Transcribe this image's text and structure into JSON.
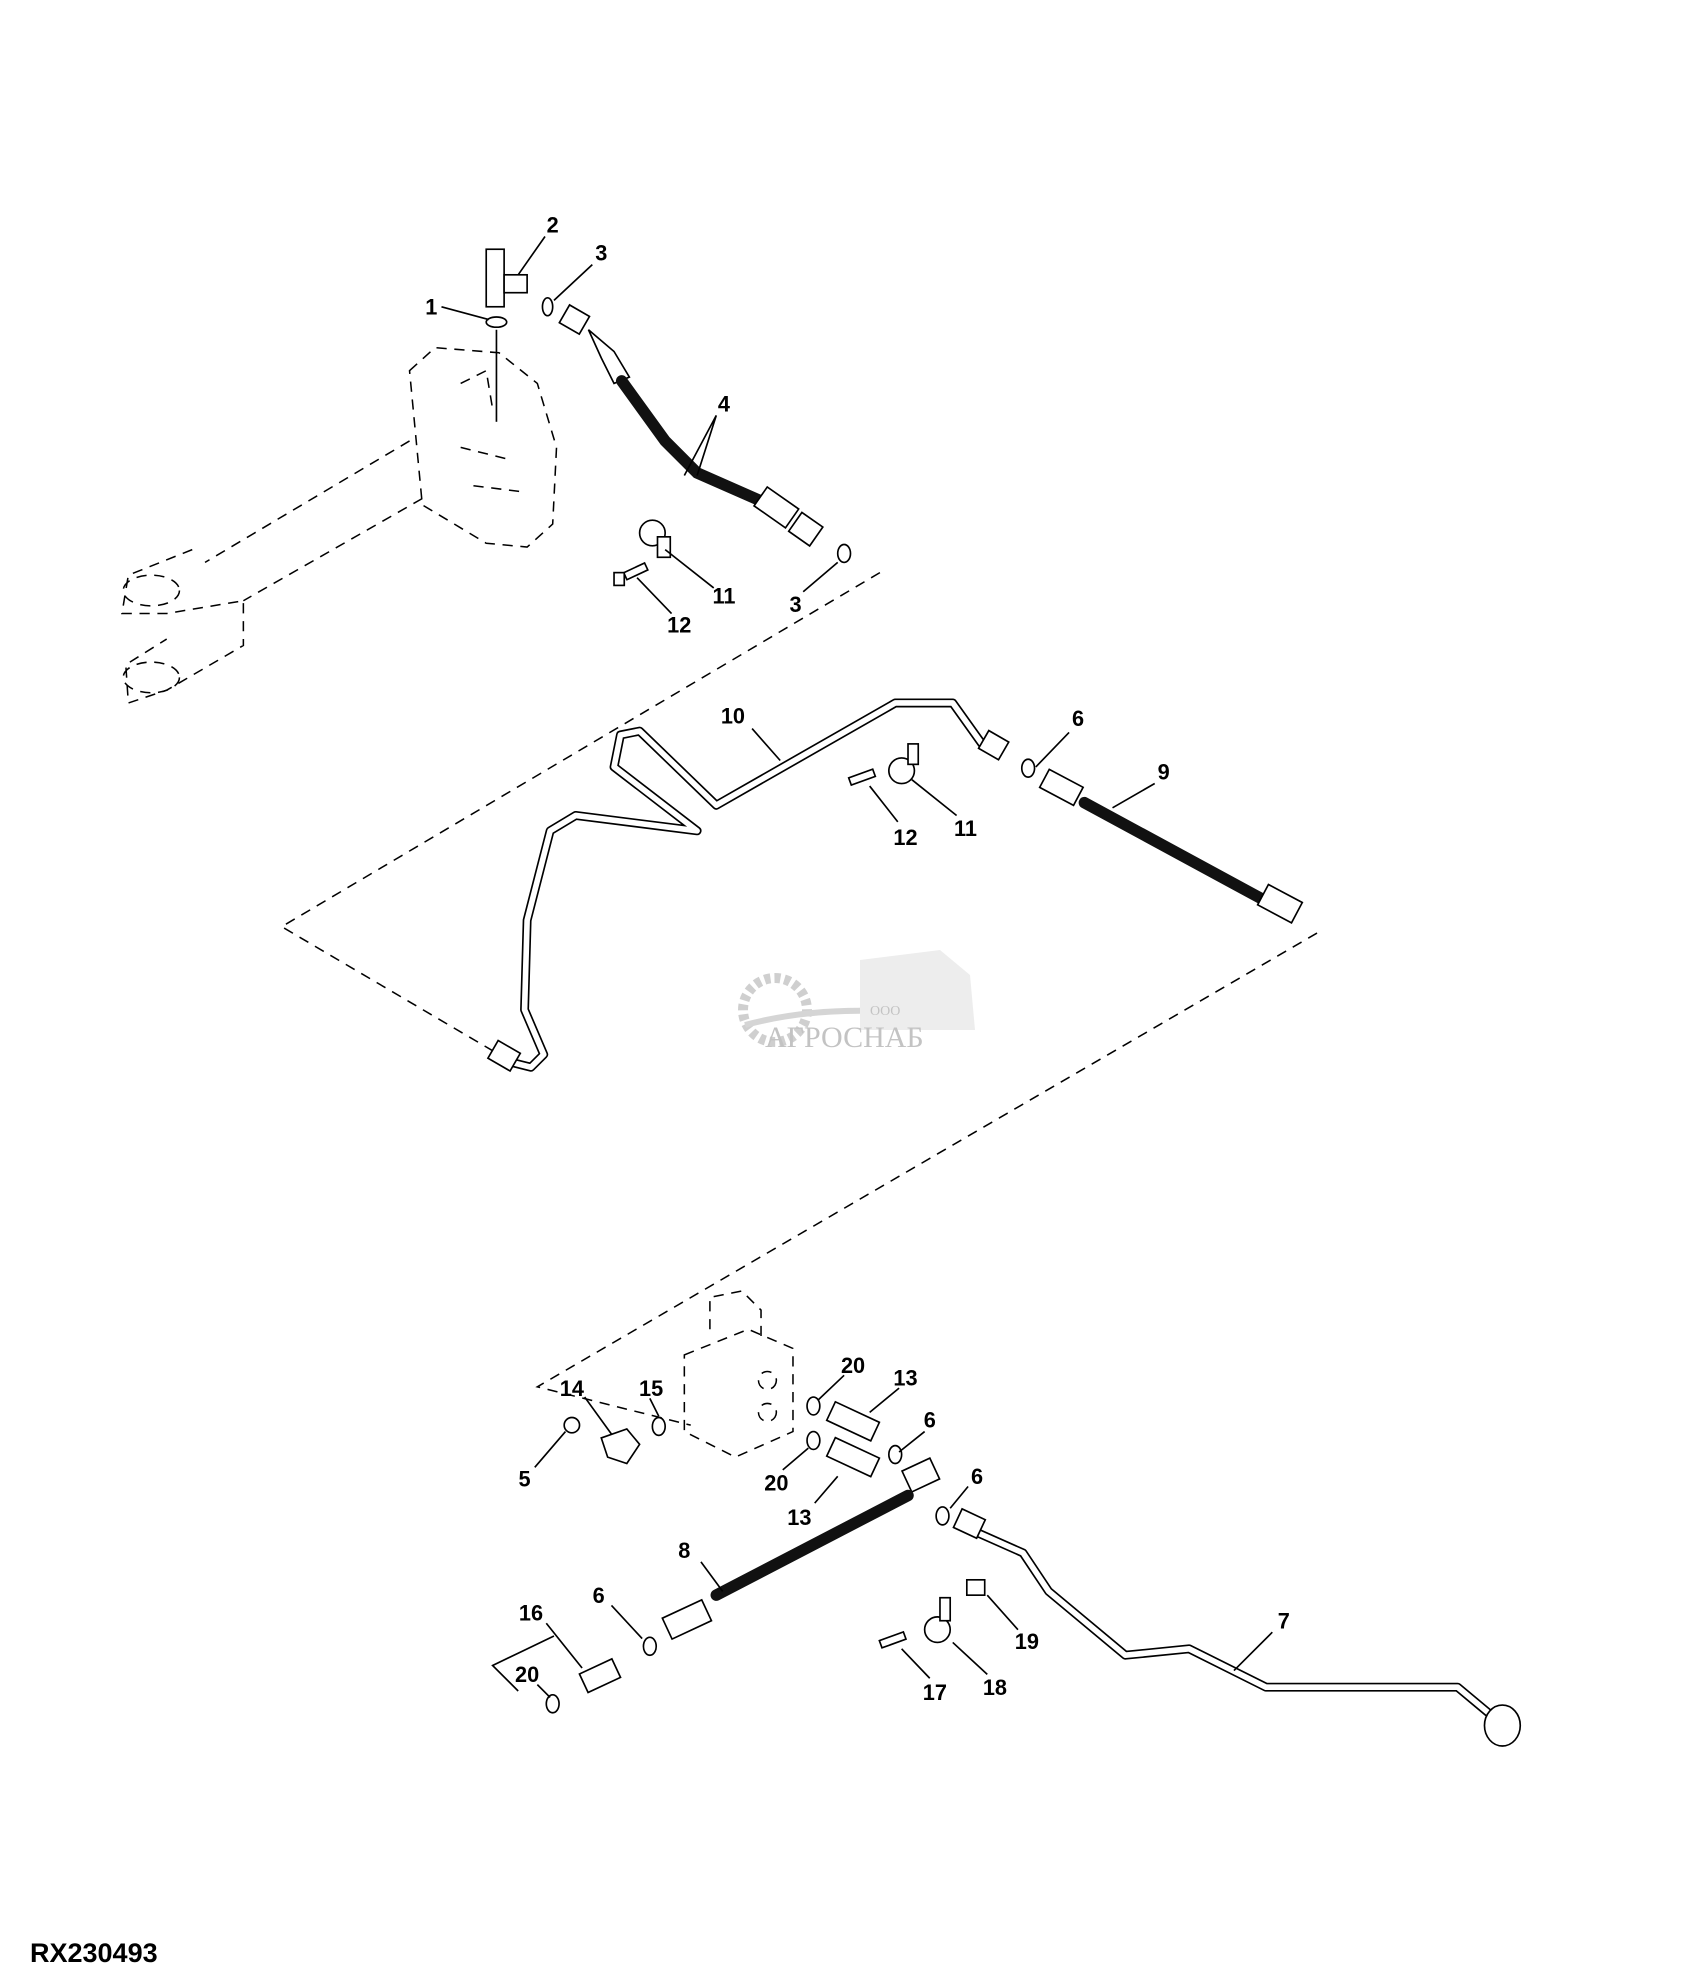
{
  "figure_id": "RX230493",
  "watermark": {
    "small": "ООО",
    "brand": "АГРОСНАБ"
  },
  "callouts": [
    "1",
    "2",
    "3",
    "3",
    "4",
    "5",
    "6",
    "6",
    "6",
    "6",
    "7",
    "8",
    "9",
    "10",
    "11",
    "11",
    "12",
    "12",
    "13",
    "13",
    "14",
    "15",
    "16",
    "17",
    "18",
    "19",
    "20",
    "20",
    "20"
  ]
}
